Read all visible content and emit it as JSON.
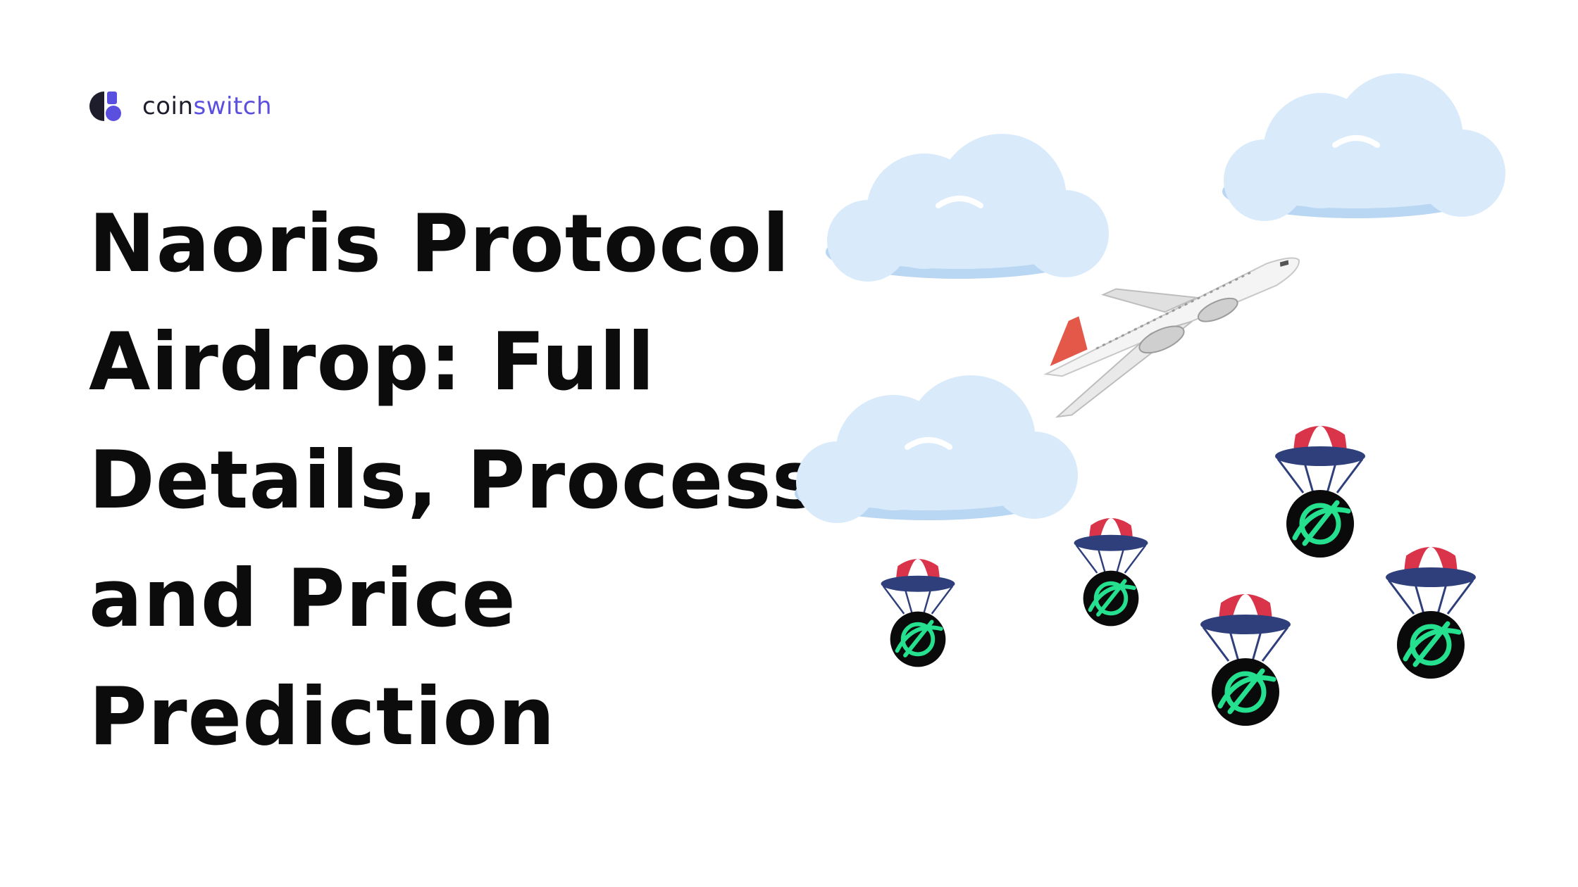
{
  "brand": {
    "name_prefix": "coin",
    "name_suffix": "switch",
    "logo_icon": "coinswitch-logo-icon",
    "accent_color": "#5b4fe0"
  },
  "headline": {
    "lines": [
      "Naoris Protocol",
      "Airdrop: Full",
      "Details, Process",
      "and Price",
      "Prediction"
    ]
  },
  "illustration": {
    "icons": [
      "cloud-icon",
      "airplane-icon",
      "parachute-token-icon"
    ],
    "cloud_color": "#d9ebfb",
    "token_color": "#24e08f",
    "parachute_red": "#d9344a",
    "parachute_navy": "#2e3f7c"
  }
}
